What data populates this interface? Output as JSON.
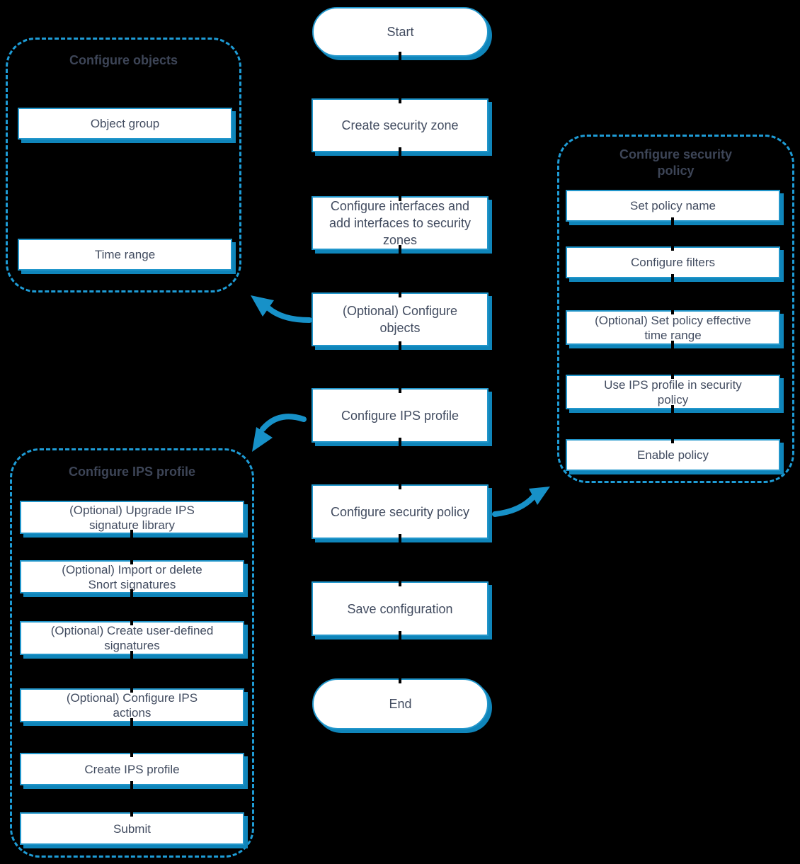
{
  "diagram": {
    "title_semantics": "IPS configuration workflow flowchart",
    "colors": {
      "background": "#000000",
      "box_fill": "#ffffff",
      "box_border_blue": "#2196cb",
      "box_shadow_blue": "#0f85ba",
      "dashed_border_blue": "#1e9cd6",
      "arrow_blue": "#1791c8",
      "text_navy": "#424c60",
      "title_navy": "#3d4557"
    },
    "main_flow": {
      "nodes": [
        {
          "id": "start",
          "type": "terminator",
          "label": "Start"
        },
        {
          "id": "create-security-zone",
          "type": "process",
          "label": "Create security zone"
        },
        {
          "id": "configure-interfaces",
          "type": "process",
          "label": "Configure interfaces and\nadd interfaces to security\nzones"
        },
        {
          "id": "optional-configure-objects",
          "type": "process",
          "label": "(Optional) Configure\nobjects"
        },
        {
          "id": "configure-ips-profile",
          "type": "process",
          "label": "Configure IPS profile"
        },
        {
          "id": "configure-security-policy",
          "type": "process",
          "label": "Configure security policy"
        },
        {
          "id": "save-configuration",
          "type": "process",
          "label": "Save configuration"
        },
        {
          "id": "end",
          "type": "terminator",
          "label": "End"
        }
      ]
    },
    "groups": [
      {
        "id": "configure-objects-group",
        "title": "Configure objects",
        "items": [
          "Object group",
          "Time range"
        ]
      },
      {
        "id": "configure-ips-profile-group",
        "title": "Configure IPS profile",
        "items": [
          "(Optional) Upgrade IPS\nsignature library",
          "(Optional) Import  or delete\nSnort signatures",
          "(Optional) Create user-defined\nsignatures",
          "(Optional) Configure IPS\nactions",
          "Create IPS profile",
          "Submit"
        ]
      },
      {
        "id": "configure-security-policy-group",
        "title": "Configure security\npolicy",
        "items": [
          "Set policy name",
          "Configure filters",
          "(Optional) Set policy effective\ntime range",
          "Use IPS profile in security\npolicy",
          "Enable policy"
        ]
      }
    ]
  }
}
